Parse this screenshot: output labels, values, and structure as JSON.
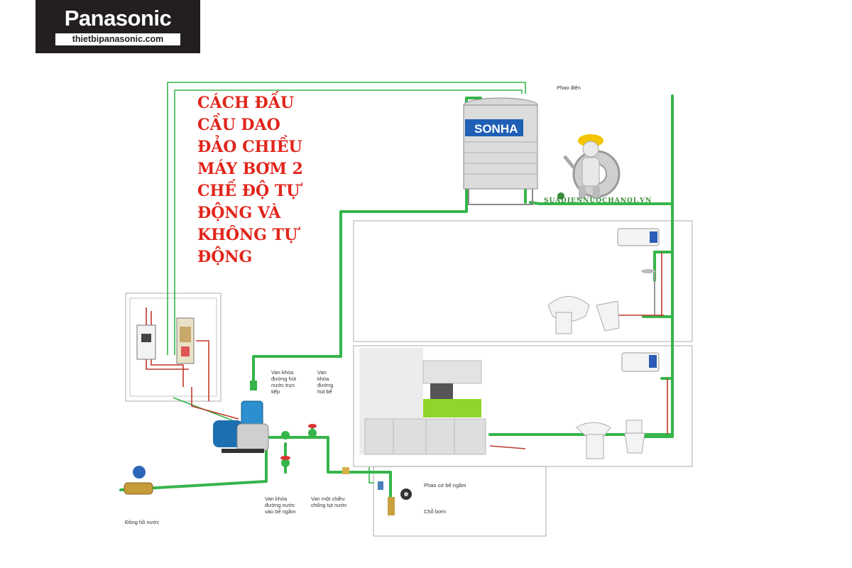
{
  "logo": {
    "brand": "Panasonic",
    "website": "thietbipanasonic.com"
  },
  "title_lines": [
    "CÁCH ĐẤU",
    "CẦU DAO",
    "ĐẢO CHIỀU",
    "MÁY BƠM 2",
    "CHẾ ĐỘ TỰ",
    "ĐỘNG VÀ",
    "KHÔNG TỰ",
    "ĐỘNG"
  ],
  "tank_brand": "SONHA",
  "watermark": "SUADIENNUOCHANOI.VN",
  "labels": {
    "float_electric": "Phao điện",
    "valve_direct": [
      "Van khóa",
      "đường hút",
      "nước trực",
      "tiếp"
    ],
    "valve_tank": [
      "Van",
      "khóa",
      "đường",
      "hút bể"
    ],
    "valve_inlet": [
      "Van khóa",
      "đường nước",
      "vào bể ngầm"
    ],
    "check_valve": [
      "Van một chiều",
      "chống tụt nước"
    ],
    "float_mech": "Phao cơ bể ngầm",
    "pump_point": "Chỗ bơm",
    "meter": "Đồng hồ nước"
  },
  "colors": {
    "pipe_green": "#35b54a",
    "wire_red": "#c0392b",
    "heading_red": "#e1251b",
    "logo_bg": "#231f20"
  }
}
